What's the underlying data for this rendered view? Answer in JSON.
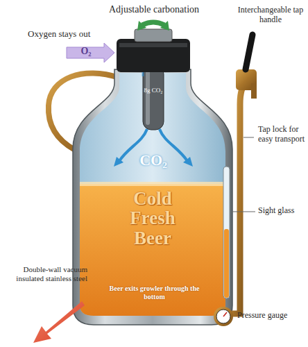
{
  "diagram": {
    "labels": [
      "Adjustable carbonation",
      "Oxygen stays out",
      "O₂",
      "Interchangeable tap handle",
      "8g CO₂",
      "CO₂",
      "Tap lock for easy transport",
      "Cold Fresh Beer",
      "Sight glass",
      "Double-wall vacuum insulated stainless steel",
      "Beer exits growler through the bottom",
      "Pressure gauge"
    ]
  }
}
